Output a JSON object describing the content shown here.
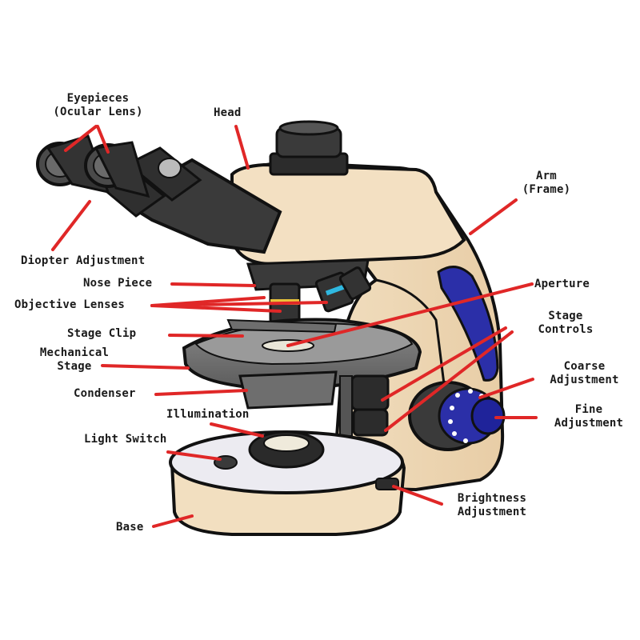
{
  "colors": {
    "leader_line": "#e02727",
    "outline": "#111111",
    "body_cream": "#f2dfc0",
    "body_shade": "#e6c9a0",
    "dark_part": "#3b3b3b",
    "stage_grey": "#7d7d7d",
    "accent_blue": "#2b2fa8",
    "accent_yellow": "#e9c43a",
    "accent_cyan": "#2fb8e0",
    "base_top": "#ecebf1"
  },
  "labels": {
    "eyepieces_line1": "Eyepieces",
    "eyepieces_line2": "(Ocular Lens)",
    "head": "Head",
    "arm_line1": "Arm",
    "arm_line2": "(Frame)",
    "diopter": "Diopter Adjustment",
    "nose_piece": "Nose Piece",
    "objective_lenses": "Objective Lenses",
    "aperture": "Aperture",
    "stage_clip": "Stage Clip",
    "stage_controls_line1": "Stage",
    "stage_controls_line2": "Controls",
    "mechanical_line1": "Mechanical",
    "mechanical_line2": "Stage",
    "coarse_line1": "Coarse",
    "coarse_line2": "Adjustment",
    "condenser": "Condenser",
    "fine_line1": "Fine",
    "fine_line2": "Adjustment",
    "illumination": "Illumination",
    "light_switch": "Light Switch",
    "brightness_line1": "Brightness",
    "brightness_line2": "Adjustment",
    "base": "Base"
  }
}
